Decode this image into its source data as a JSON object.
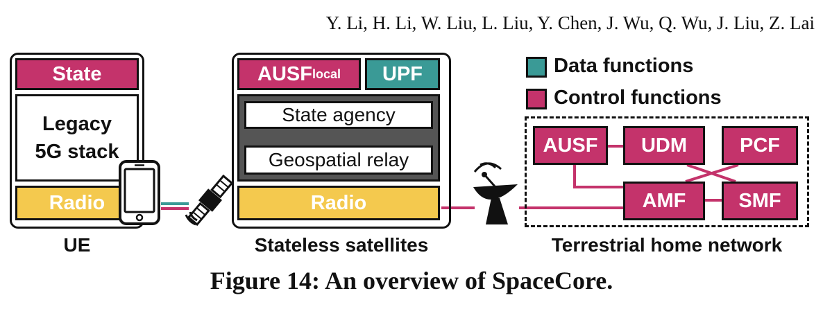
{
  "authors": "Y. Li, H. Li, W. Liu, L. Liu, Y. Chen, J. Wu, Q. Wu, J. Liu, Z. Lai",
  "ue": {
    "state": "State",
    "stack_line1": "Legacy",
    "stack_line2": "5G stack",
    "radio": "Radio",
    "label": "UE"
  },
  "satellite": {
    "ausf_main": "AUSF",
    "ausf_sub": "local",
    "upf": "UPF",
    "state_agency": "State agency",
    "geo_relay": "Geospatial relay",
    "radio": "Radio",
    "label": "Stateless satellites"
  },
  "legend": {
    "data": "Data functions",
    "control": "Control functions",
    "data_color": "#3A9A96",
    "control_color": "#C4336B"
  },
  "network": {
    "ausf": "AUSF",
    "udm": "UDM",
    "pcf": "PCF",
    "amf": "AMF",
    "smf": "SMF",
    "label": "Terrestrial home network"
  },
  "caption": "Figure 14: An overview of SpaceCore."
}
